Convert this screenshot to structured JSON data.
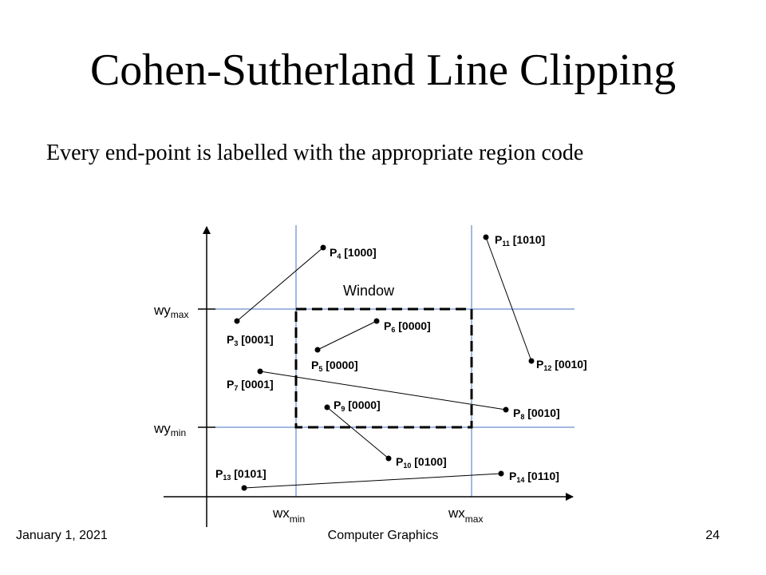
{
  "slide": {
    "title": "Cohen-Sutherland Line Clipping",
    "subtitle": "Every end-point is labelled with the appropriate region code"
  },
  "diagram": {
    "window_label": "Window",
    "axes": {
      "wy_max": {
        "main": "wy",
        "sub": "max"
      },
      "wy_min": {
        "main": "wy",
        "sub": "min"
      },
      "wx_min": {
        "main": "wx",
        "sub": "min"
      },
      "wx_max": {
        "main": "wx",
        "sub": "max"
      }
    },
    "points": [
      {
        "id": "p3",
        "name": "P",
        "sub": "3",
        "code": "[0001]"
      },
      {
        "id": "p4",
        "name": "P",
        "sub": "4",
        "code": "[1000]"
      },
      {
        "id": "p5",
        "name": "P",
        "sub": "5",
        "code": "[0000]"
      },
      {
        "id": "p6",
        "name": "P",
        "sub": "6",
        "code": "[0000]"
      },
      {
        "id": "p7",
        "name": "P",
        "sub": "7",
        "code": "[0001]"
      },
      {
        "id": "p8",
        "name": "P",
        "sub": "8",
        "code": "[0010]"
      },
      {
        "id": "p9",
        "name": "P",
        "sub": "9",
        "code": "[0000]"
      },
      {
        "id": "p10",
        "name": "P",
        "sub": "10",
        "code": "[0100]"
      },
      {
        "id": "p11",
        "name": "P",
        "sub": "11",
        "code": "[1010]"
      },
      {
        "id": "p12",
        "name": "P",
        "sub": "12",
        "code": "[0010]"
      },
      {
        "id": "p13",
        "name": "P",
        "sub": "13",
        "code": "[0101]"
      },
      {
        "id": "p14",
        "name": "P",
        "sub": "14",
        "code": "[0110]"
      }
    ],
    "colors": {
      "grid_line": "#4472c4",
      "ink": "#000000"
    }
  },
  "footer": {
    "date": "January 1, 2021",
    "course": "Computer Graphics",
    "page": "24"
  }
}
